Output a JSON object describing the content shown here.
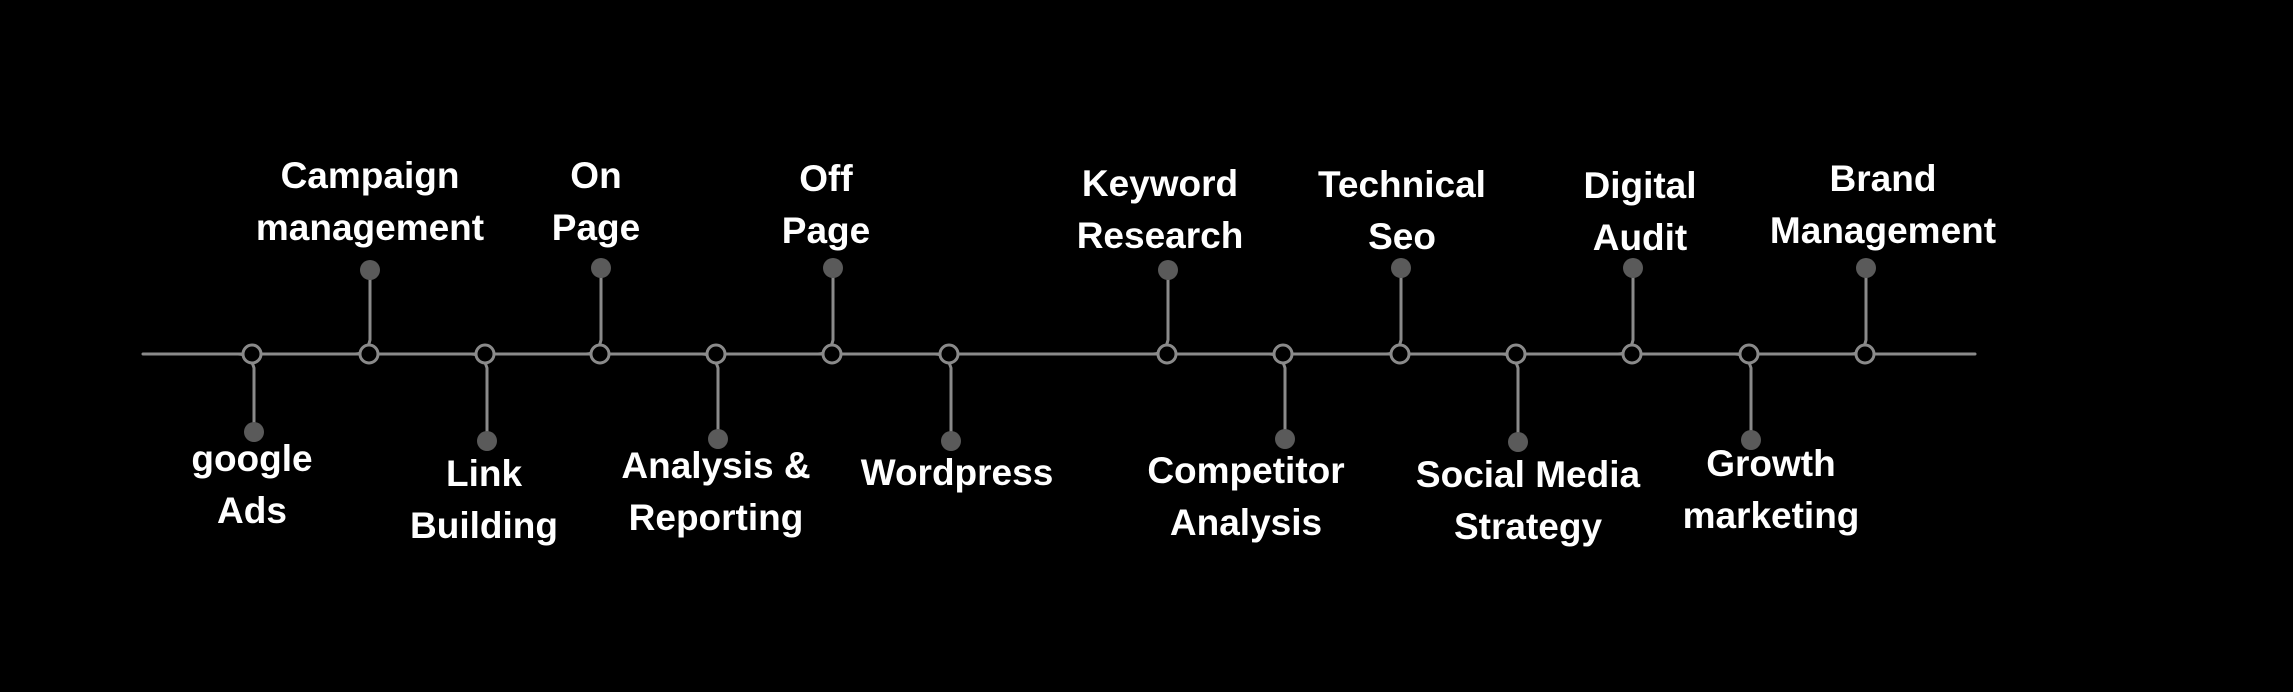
{
  "timeline": {
    "line_color": "#8a8a8a",
    "dot_color": "#5a5a5a",
    "text_color": "#ffffff",
    "above": [
      {
        "lines": [
          "Campaign",
          "management"
        ]
      },
      {
        "lines": [
          "On",
          "Page"
        ]
      },
      {
        "lines": [
          "Off",
          "Page"
        ]
      },
      {
        "lines": [
          "Keyword",
          "Research"
        ]
      },
      {
        "lines": [
          "Technical",
          "Seo"
        ]
      },
      {
        "lines": [
          "Digital",
          "Audit"
        ]
      },
      {
        "lines": [
          "Brand",
          "Management"
        ]
      }
    ],
    "below": [
      {
        "lines": [
          "google",
          "Ads"
        ]
      },
      {
        "lines": [
          "Link",
          "Building"
        ]
      },
      {
        "lines": [
          "Analysis &",
          "Reporting"
        ]
      },
      {
        "lines": [
          "Wordpress"
        ]
      },
      {
        "lines": [
          "Competitor",
          "Analysis"
        ]
      },
      {
        "lines": [
          "Social Media",
          "Strategy"
        ]
      },
      {
        "lines": [
          "Growth",
          "marketing"
        ]
      }
    ]
  }
}
